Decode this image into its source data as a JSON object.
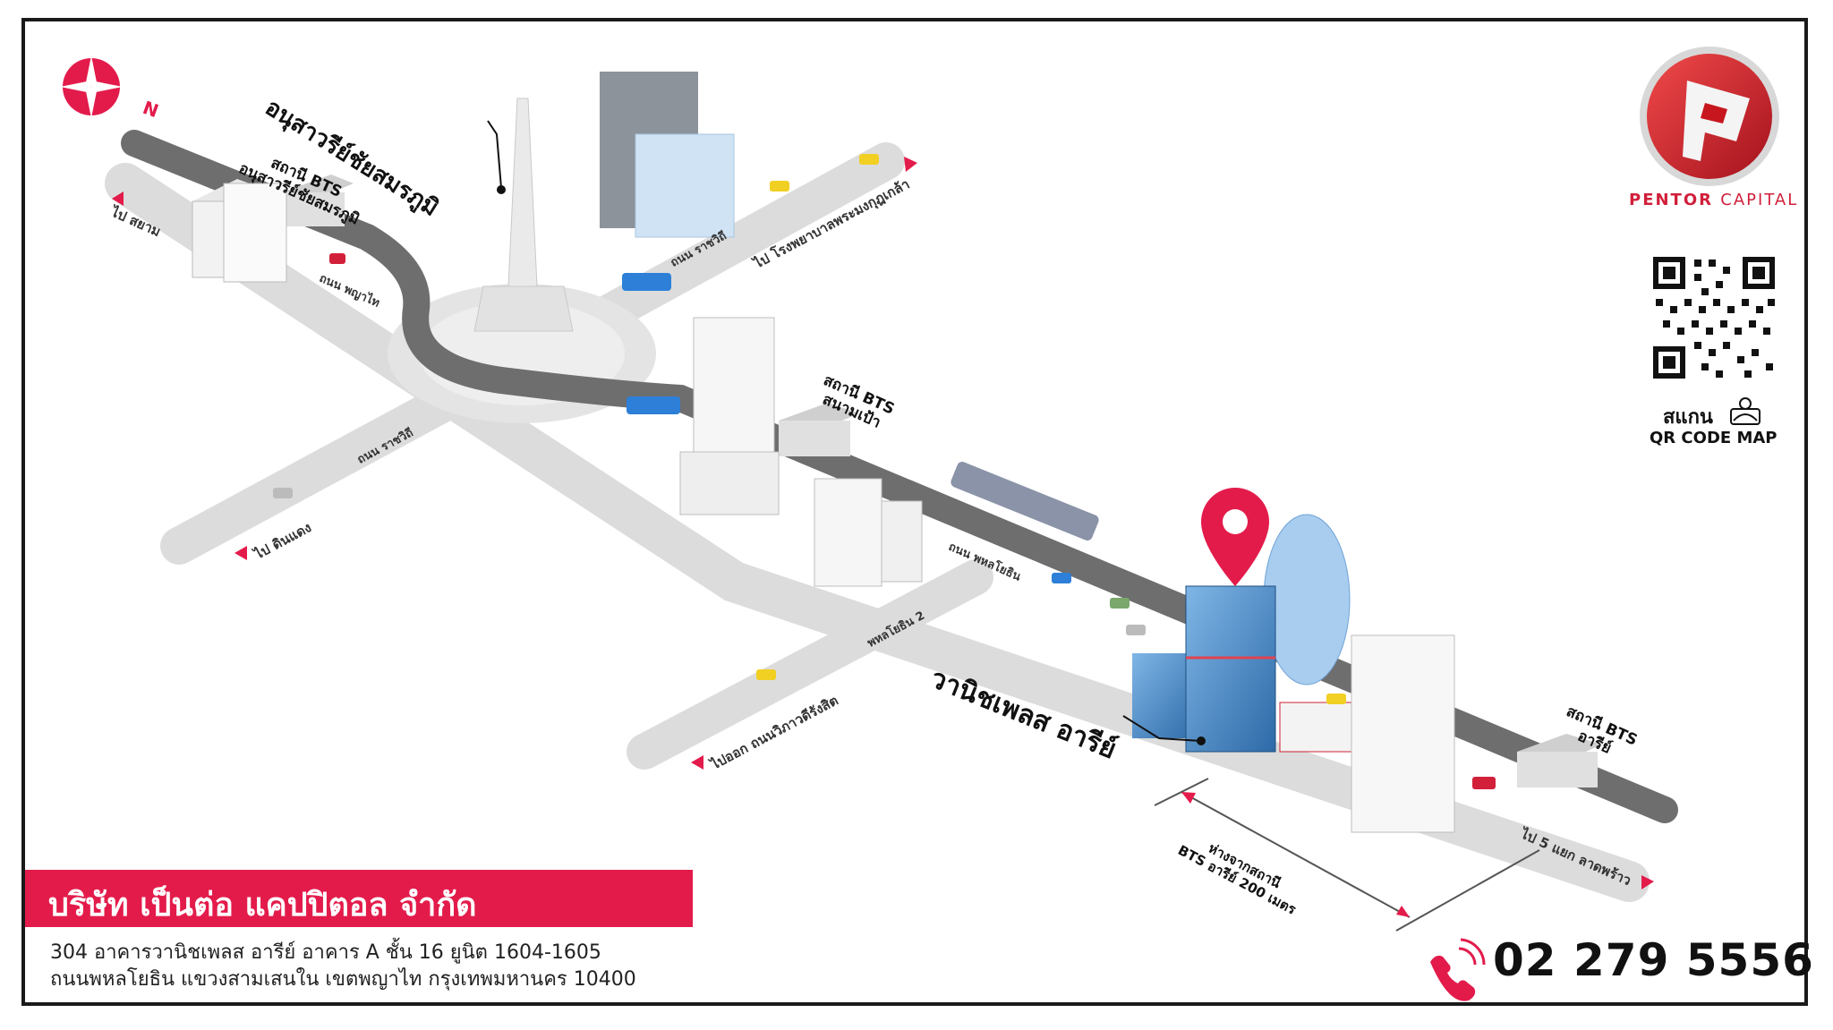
{
  "map": {
    "landmarks": {
      "victory_monument": "อนุสาวรีย์ชัยสมรภูมิ",
      "office": "วานิชเพลส อารีย์"
    },
    "stations": {
      "victory": [
        "สถานี BTS",
        "อนุสาวรีย์ชัยสมรภูมิ"
      ],
      "sanam_pao": [
        "สถานี BTS",
        "สนามเป้า"
      ],
      "ari": [
        "สถานี BTS",
        "อารีย์"
      ]
    },
    "roads": {
      "phayathai": "ถนน พญาไท",
      "ratchawithi_top": "ถนน ราชวิถี",
      "ratchawithi_left": "ถนน ราชวิถี",
      "phahonyothin": "ถนน พหลโยธิน",
      "phahonyothin_2": "พหลโยธิน 2"
    },
    "directions": {
      "to_siam": "ไป สยาม",
      "to_hospital": "ไป โรงพยาบาลพระมงกุฎเกล้า",
      "to_din_daeng": "ไป ดินแดง",
      "to_vibhavadi": "ไปออก ถนนวิภาวดีรังสิต",
      "to_lat_phrao": "ไป 5 แยก ลาดพร้าว"
    },
    "distance_note": [
      "ห่างจากสถานี",
      "BTS อารีย์ 200 เมตร"
    ],
    "compass_letter": "N"
  },
  "brand": {
    "name_bold": "PENTOR",
    "name_thin": "CAPITAL",
    "primary_color": "#d11f3a"
  },
  "qr": {
    "scan_label": "สแกน",
    "map_label": "QR CODE MAP"
  },
  "company": {
    "name": "บริษัท เป็นต่อ แคปปิตอล จำกัด",
    "address_line1": "304 อาคารวานิชเพลส อารีย์ อาคาร A ชั้น 16 ยูนิต 1604-1605",
    "address_line2": "ถนนพหลโยธิน แขวงสามเสนใน เขตพญาไท กรุงเทพมหานคร 10400",
    "phone": "02 279 5556",
    "bar_color": "#e31b4b"
  }
}
